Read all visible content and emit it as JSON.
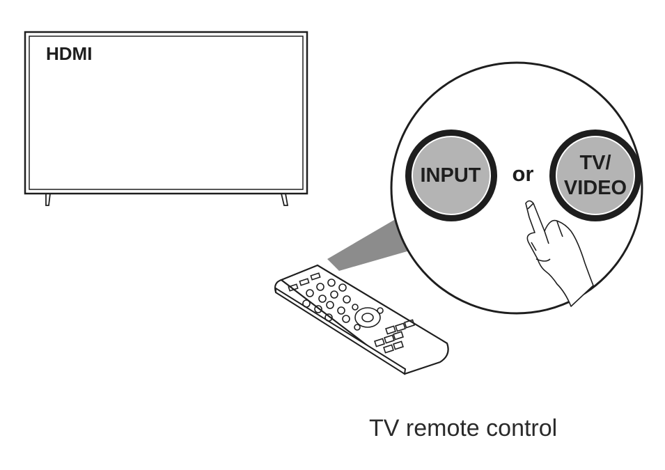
{
  "tv": {
    "screen_label": "HDMI"
  },
  "zoom": {
    "input_button_label": "INPUT",
    "separator": "or",
    "tvvideo_button_line1": "TV/",
    "tvvideo_button_line2": "VIDEO"
  },
  "caption": "TV remote control",
  "colors": {
    "line": "#1e1e1e",
    "button_fill": "#b4b4b4",
    "beam": "#8c8c8c"
  }
}
